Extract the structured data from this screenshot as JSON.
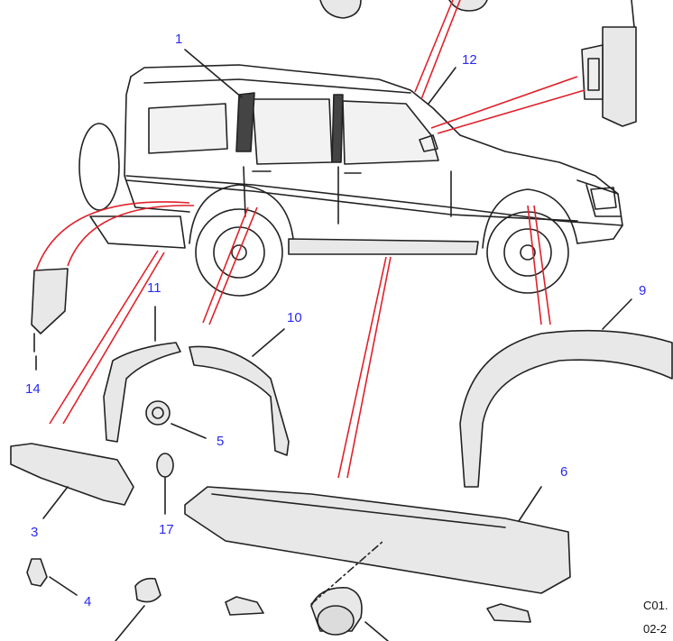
{
  "callouts": [
    {
      "id": "1",
      "label": "1"
    },
    {
      "id": "4",
      "label": "4"
    },
    {
      "id": "5",
      "label": "5"
    },
    {
      "id": "6",
      "label": "6"
    },
    {
      "id": "9",
      "label": "9"
    },
    {
      "id": "10",
      "label": "10"
    },
    {
      "id": "11",
      "label": "11"
    },
    {
      "id": "12",
      "label": "12"
    },
    {
      "id": "14",
      "label": "14"
    },
    {
      "id": "17",
      "label": "17"
    },
    {
      "id": "3",
      "label": "3"
    }
  ],
  "codes": {
    "line1": "C01.",
    "line2": "02-2"
  },
  "colors": {
    "leader_red": "#e0202a",
    "number_blue": "#2a2af0",
    "outline": "#222222",
    "part_fill": "#e8e8e8"
  }
}
